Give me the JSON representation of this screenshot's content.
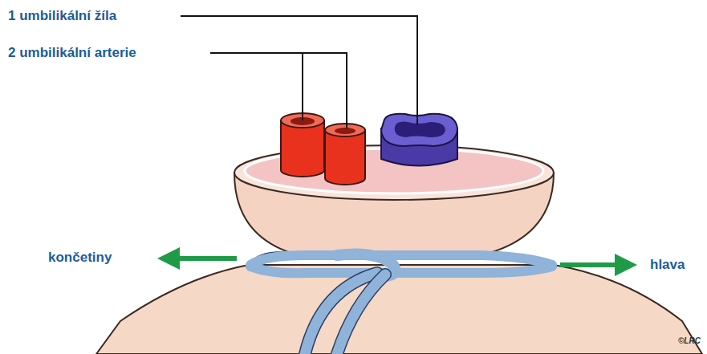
{
  "diagram": {
    "labels": [
      "1 umbilikální žíla",
      "2 umbilikální arterie",
      "končetiny",
      "hlava",
      "©LRC"
    ]
  }
}
